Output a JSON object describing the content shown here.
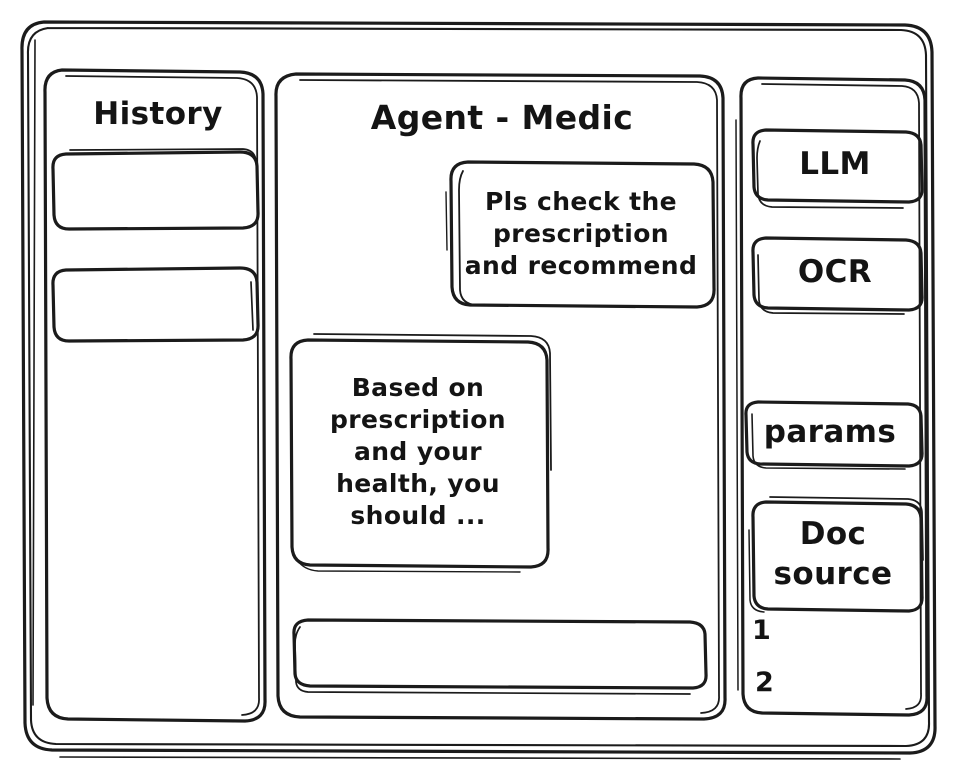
{
  "window": {
    "style": "hand-drawn-wireframe",
    "stroke_color": "#1b1b1b",
    "background_color": "#ffffff"
  },
  "history_panel": {
    "title": "History",
    "items": [
      {
        "label": ""
      },
      {
        "label": ""
      }
    ]
  },
  "agent_panel": {
    "title": "Agent - Medic",
    "messages": [
      {
        "role": "user",
        "align": "right",
        "text": "Pls check the\nprescription\nand recommend"
      },
      {
        "role": "agent",
        "align": "left",
        "text": "Based on\nprescription\nand your\nhealth, you\nshould ..."
      }
    ],
    "composer": {
      "value": "",
      "placeholder": ""
    }
  },
  "tools_panel": {
    "tiles": [
      {
        "label": "LLM"
      },
      {
        "label": "OCR"
      },
      {
        "label": "params"
      },
      {
        "label": "Doc\nsource"
      }
    ],
    "source_list": [
      {
        "marker": "1"
      },
      {
        "marker": "2"
      }
    ]
  }
}
